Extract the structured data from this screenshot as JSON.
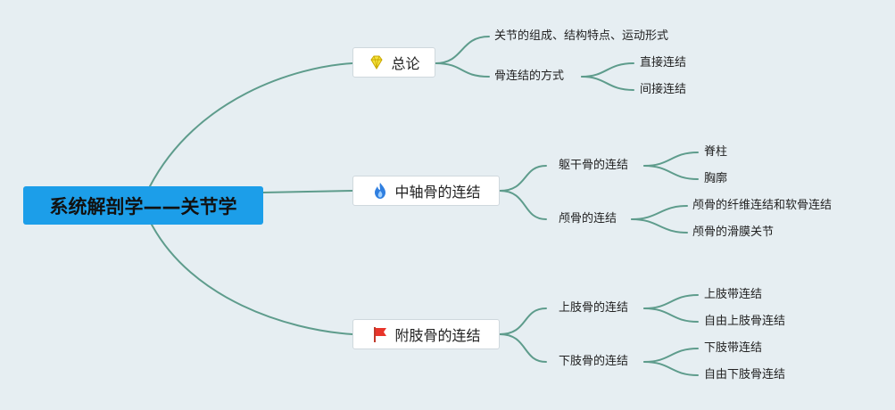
{
  "colors": {
    "background": "#e6eef2",
    "root_fill": "#1c9ee9",
    "edge": "#5e9c8c",
    "node_fill": "#ffffff"
  },
  "root": {
    "label": "系统解剖学——关节学"
  },
  "branches": [
    {
      "label": "总论",
      "icon": "diamond-icon",
      "children": [
        {
          "label": "关节的组成、结构特点、运动形式"
        },
        {
          "label": "骨连结的方式",
          "children": [
            {
              "label": "直接连结"
            },
            {
              "label": "间接连结"
            }
          ]
        }
      ]
    },
    {
      "label": "中轴骨的连结",
      "icon": "fire-icon",
      "children": [
        {
          "label": "躯干骨的连结",
          "children": [
            {
              "label": "脊柱"
            },
            {
              "label": "胸廓"
            }
          ]
        },
        {
          "label": "颅骨的连结",
          "children": [
            {
              "label": "颅骨的纤维连结和软骨连结"
            },
            {
              "label": "颅骨的滑膜关节"
            }
          ]
        }
      ]
    },
    {
      "label": "附肢骨的连结",
      "icon": "red-flag-icon",
      "children": [
        {
          "label": "上肢骨的连结",
          "children": [
            {
              "label": "上肢带连结"
            },
            {
              "label": "自由上肢骨连结"
            }
          ]
        },
        {
          "label": "下肢骨的连结",
          "children": [
            {
              "label": "下肢带连结"
            },
            {
              "label": "自由下肢骨连结"
            }
          ]
        }
      ]
    }
  ]
}
